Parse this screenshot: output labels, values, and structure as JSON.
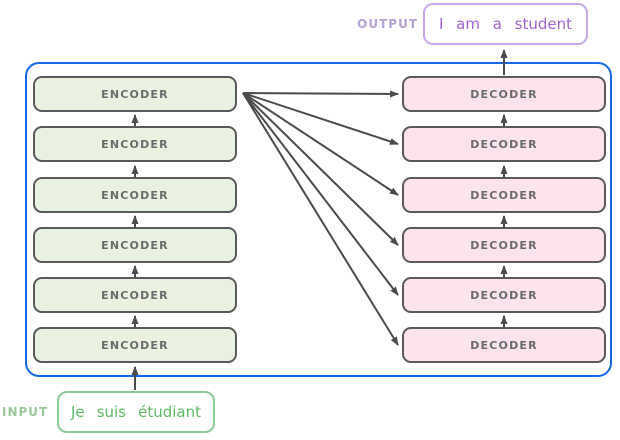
{
  "colors": {
    "frame-border": "#1668e3",
    "encoder-fill": "#e9f2e1",
    "decoder-fill": "#fce3ed",
    "box-border": "#5a5a5c",
    "box-label": "#6b6b6b",
    "arrow": "#4b4b4d",
    "input-border": "#8cc994",
    "input-text": "#5eb867",
    "input-label": "#9dc89d",
    "output-border": "#c8a8e6",
    "output-text": "#9f63cf",
    "output-label": "#b4a2d6"
  },
  "output_section": {
    "label": "OUTPUT",
    "tokens": [
      "I",
      "am",
      "a",
      "student"
    ]
  },
  "input_section": {
    "label": "INPUT",
    "tokens": [
      "Je",
      "suis",
      "étudiant"
    ]
  },
  "encoder_stack": {
    "label": "ENCODER",
    "count": 6
  },
  "decoder_stack": {
    "label": "DECODER",
    "count": 6
  }
}
